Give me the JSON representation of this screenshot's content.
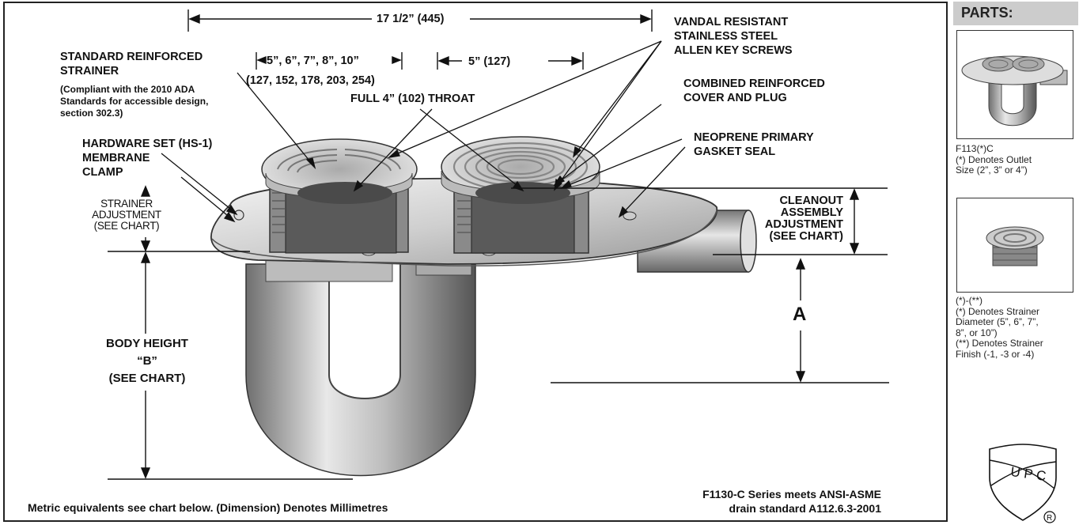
{
  "diagram": {
    "dim_overall": "17 1/2” (445)",
    "dim_strainer_sizes": "5”, 6”, 7”,  8”, 10”",
    "dim_strainer_sizes_mm": "(127, 152, 178, 203, 254)",
    "dim_cleanout": "5” (127)",
    "std_strainer_l1": "STANDARD REINFORCED",
    "std_strainer_l2": "STRAINER",
    "ada_l1": "(Compliant with the 2010 ADA",
    "ada_l2": "Standards for accessible design,",
    "ada_l3": "section 302.3)",
    "throat": "FULL 4” (102) THROAT",
    "hardware_set": "HARDWARE SET (HS-1)",
    "membrane_l1": "MEMBRANE",
    "membrane_l2": "CLAMP",
    "strainer_adj_l1": "STRAINER",
    "strainer_adj_l2": "ADJUSTMENT",
    "strainer_adj_l3": "(SEE CHART)",
    "vandal_l1": "VANDAL RESISTANT",
    "vandal_l2": "STAINLESS STEEL",
    "vandal_l3": "ALLEN KEY SCREWS",
    "combined_l1": "COMBINED REINFORCED",
    "combined_l2": "COVER AND PLUG",
    "neoprene_l1": "NEOPRENE PRIMARY",
    "neoprene_l2": "GASKET SEAL",
    "cleanout_l1": "CLEANOUT",
    "cleanout_l2": "ASSEMBLY",
    "cleanout_l3": "ADJUSTMENT",
    "cleanout_l4": "(SEE CHART)",
    "dim_a": "A",
    "body_l1": "BODY HEIGHT",
    "body_l2": "“B”",
    "body_l3": "(SEE CHART)",
    "metric_note": "Metric equivalents see chart below. (Dimension) Denotes Millimetres",
    "standard_l1": "F1130-C Series meets ANSI-ASME",
    "standard_l2": "drain standard A112.6.3-2001"
  },
  "parts": {
    "title": "PARTS:",
    "item1_l1": "F113(*)C",
    "item1_l2": "(*) Denotes Outlet",
    "item1_l3": "Size (2”, 3” or 4”)",
    "item2_l1": "(*)-(**)",
    "item2_l2": "(*) Denotes Strainer",
    "item2_l3": "Diameter (5”, 6”, 7”,",
    "item2_l4": "8”, or 10”)",
    "item2_l5": "(**) Denotes Strainer",
    "item2_l6": "Finish (-1, -3 or -4)",
    "logo_text": "UPC"
  }
}
